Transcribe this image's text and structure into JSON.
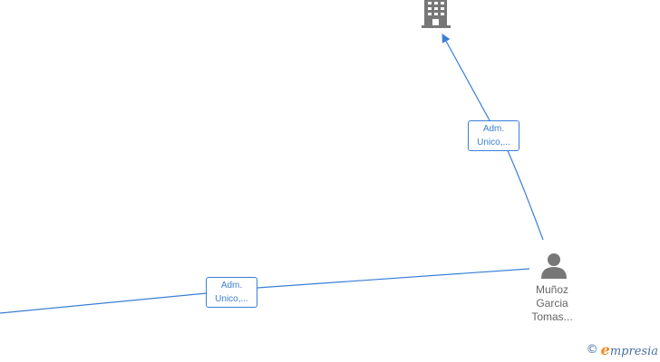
{
  "edges": [
    {
      "label_line1": "Adm.",
      "label_line2": "Unico,..."
    },
    {
      "label_line1": "Adm.",
      "label_line2": "Unico,..."
    }
  ],
  "person": {
    "name_line1": "Muñoz",
    "name_line2": "Garcia",
    "name_line3": "Tomas..."
  },
  "colors": {
    "edge": "#3a7fd5",
    "icon": "#777777",
    "brand_accent": "#f08a24"
  },
  "icons": [
    "building-icon",
    "person-icon"
  ],
  "brand": {
    "copyright_symbol": "©",
    "initial": "e",
    "name_rest": "mpresia"
  }
}
